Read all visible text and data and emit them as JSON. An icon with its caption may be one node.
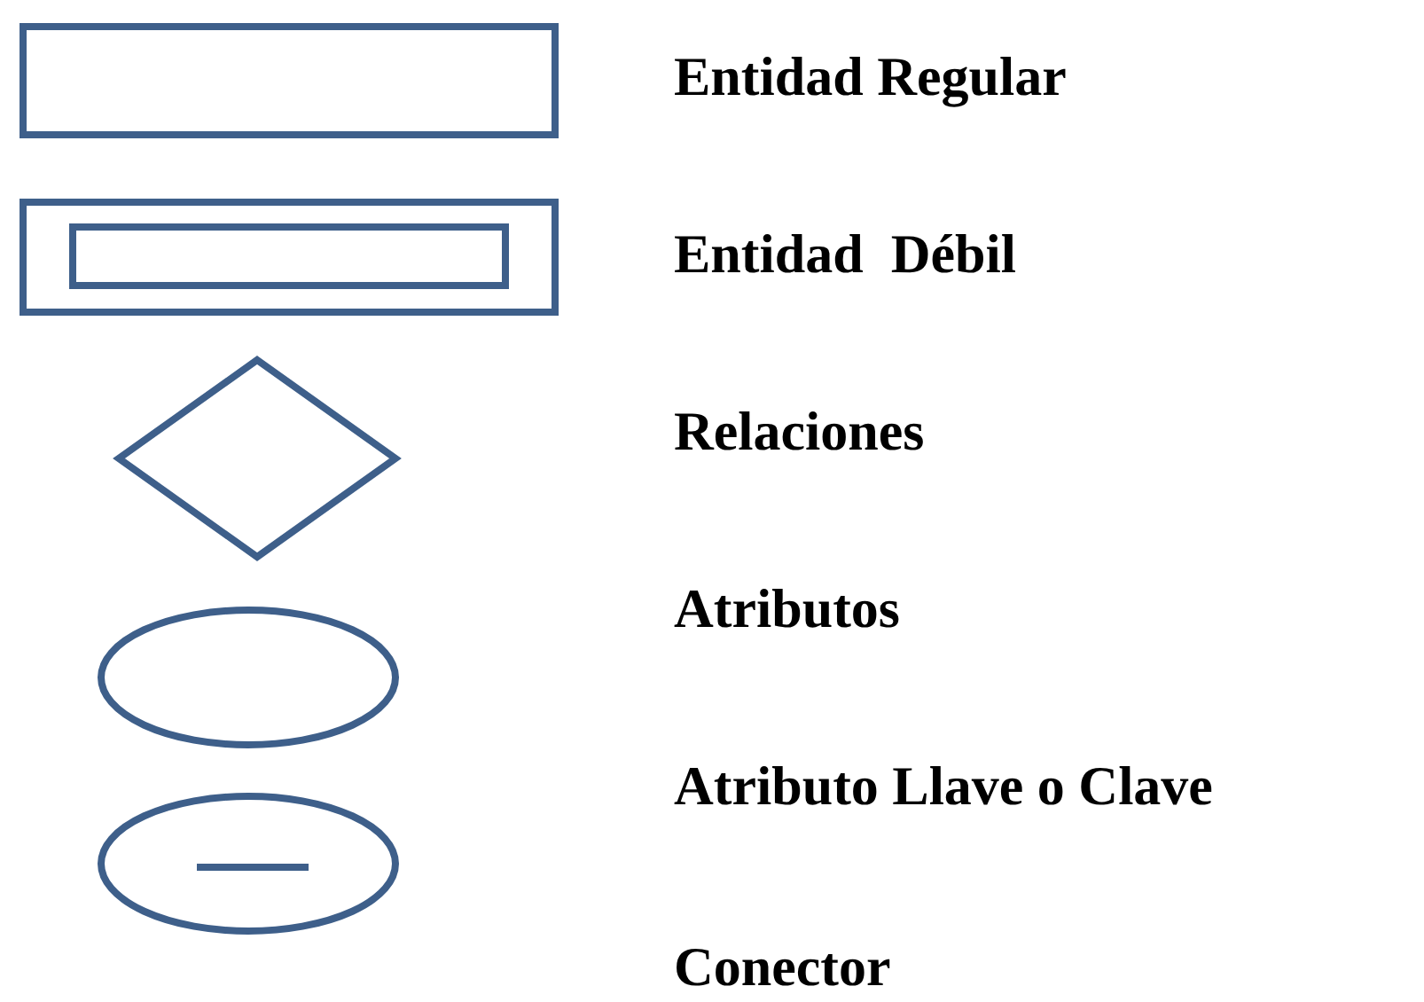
{
  "diagram": {
    "nodes": [
      {
        "text": [],
        "shape": "box"
      },
      {
        "text": [],
        "shape": "box"
      },
      {
        "text": [],
        "shape": "diamond"
      },
      {
        "text": [],
        "shape": "ellipse"
      },
      {
        "text": [],
        "shape": "ellipse"
      }
    ],
    "legend": [
      {
        "text": "Entidad Regular"
      },
      {
        "text": "Entidad  Débil"
      },
      {
        "text": "Relaciones"
      },
      {
        "text": "Atributos"
      },
      {
        "text": "Atributo Llave o Clave"
      },
      {
        "text": "Conector"
      }
    ]
  }
}
